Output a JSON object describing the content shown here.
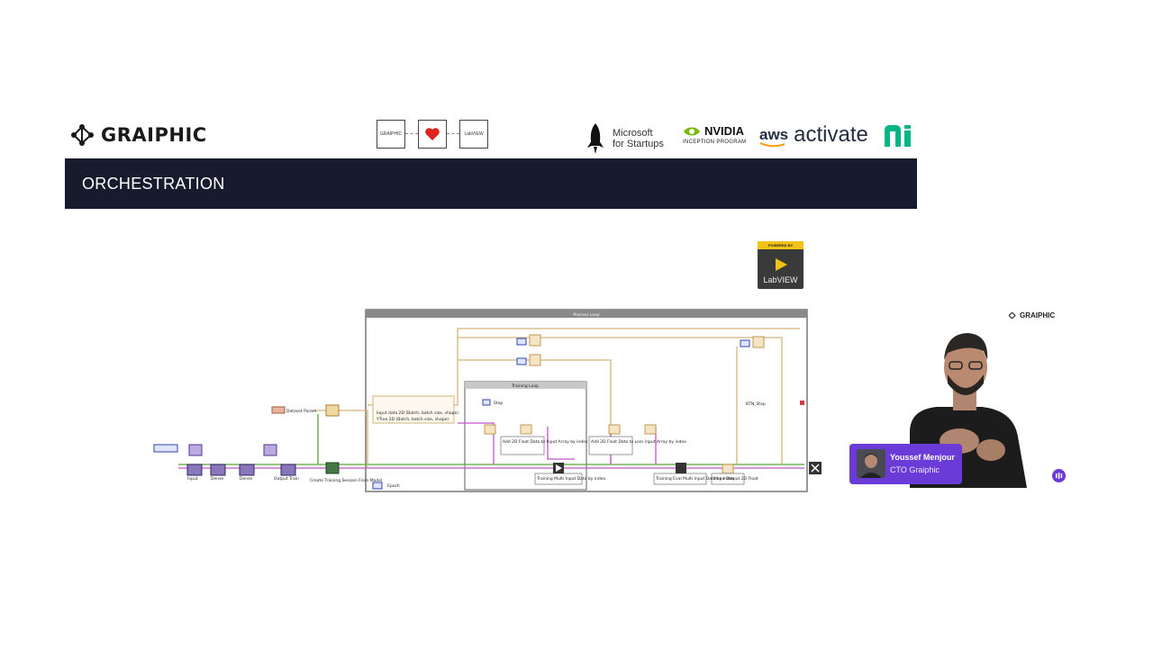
{
  "header": {
    "brand_name": "GRAIPHIC",
    "heart_left_label": "GRAIPHIC",
    "heart_right_label": "LabVIEW",
    "microsoft_line1": "Microsoft",
    "microsoft_line2": "for Startups",
    "nvidia_name": "NVIDIA",
    "nvidia_sub": "INCEPTION PROGRAM",
    "aws_label": "aws",
    "activate_label": "activate"
  },
  "banner": {
    "title": "ORCHESTRATION"
  },
  "labview_badge": {
    "powered_by": "POWERED BY",
    "name": "LabVIEW",
    "accent": "#f1c319"
  },
  "diagram": {
    "process_loop": "Process Loop",
    "training_loop": "Training Loop",
    "dataset_param": "Dataset Param",
    "stop_label": "Stop",
    "btn_stop": "BTN_Stop",
    "epoch": "Epoch",
    "input_label": "Input",
    "dense1": "Dense",
    "dense2": "Dense",
    "output_train": "Output Train",
    "create_session": "Create Training Session From Model",
    "add_input": "Add 2D Float Data to Input Array by index",
    "add_loss": "Add 2D Float Data to Loss Input Array by index",
    "training_multi": "Training Multi Input Data by index",
    "training_eval": "Training Eval Multi Input Data by index",
    "mono_output": "Mono Output 2D Float",
    "cluster_line1": "Input data 2D (Batch, batch size, shape)",
    "cluster_line2": "YTrue 2D (Batch, batch size, shape)"
  },
  "presenter": {
    "brand": "GRAIPHIC",
    "name": "Youssef Menjour",
    "role": "CTO Graiphic",
    "accent": "#6a3bd6"
  },
  "icons": [
    "graiphic-logo-icon",
    "heart-icon",
    "rocket-icon",
    "nvidia-eye-icon",
    "aws-smile-icon",
    "ni-logo-icon",
    "labview-play-icon",
    "audio-indicator-icon"
  ]
}
